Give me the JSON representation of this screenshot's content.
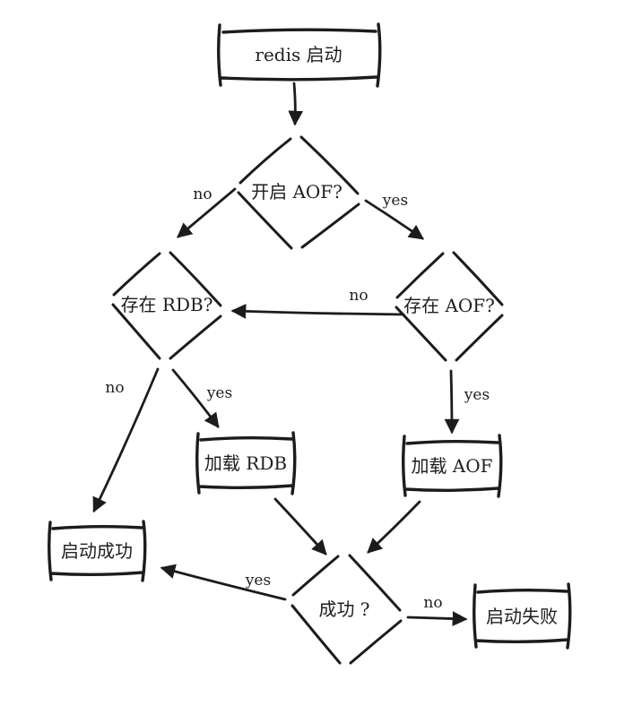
{
  "diagram": {
    "background": "#ffffff",
    "stroke_color": "#1c1c1c",
    "nodes": {
      "start": {
        "label": "redis 启动",
        "shape": "rectangle"
      },
      "aof_enabled": {
        "label": "开启 AOF?",
        "shape": "diamond"
      },
      "rdb_exists": {
        "label": "存在 RDB?",
        "shape": "diamond"
      },
      "aof_exists": {
        "label": "存在 AOF?",
        "shape": "diamond"
      },
      "load_rdb": {
        "label": "加载 RDB",
        "shape": "rectangle"
      },
      "load_aof": {
        "label": "加载 AOF",
        "shape": "rectangle"
      },
      "start_success": {
        "label": "启动成功",
        "shape": "rectangle"
      },
      "success_check": {
        "label": "成功 ?",
        "shape": "diamond"
      },
      "start_failure": {
        "label": "启动失败",
        "shape": "rectangle"
      }
    },
    "edges": [
      {
        "from": "start",
        "to": "aof_enabled",
        "label": ""
      },
      {
        "from": "aof_enabled",
        "to": "rdb_exists",
        "label": "no"
      },
      {
        "from": "aof_enabled",
        "to": "aof_exists",
        "label": "yes"
      },
      {
        "from": "aof_exists",
        "to": "rdb_exists",
        "label": "no"
      },
      {
        "from": "aof_exists",
        "to": "load_aof",
        "label": "yes"
      },
      {
        "from": "rdb_exists",
        "to": "start_success",
        "label": "no"
      },
      {
        "from": "rdb_exists",
        "to": "load_rdb",
        "label": "yes"
      },
      {
        "from": "load_rdb",
        "to": "success_check",
        "label": ""
      },
      {
        "from": "load_aof",
        "to": "success_check",
        "label": ""
      },
      {
        "from": "success_check",
        "to": "start_success",
        "label": "yes"
      },
      {
        "from": "success_check",
        "to": "start_failure",
        "label": "no"
      }
    ]
  }
}
